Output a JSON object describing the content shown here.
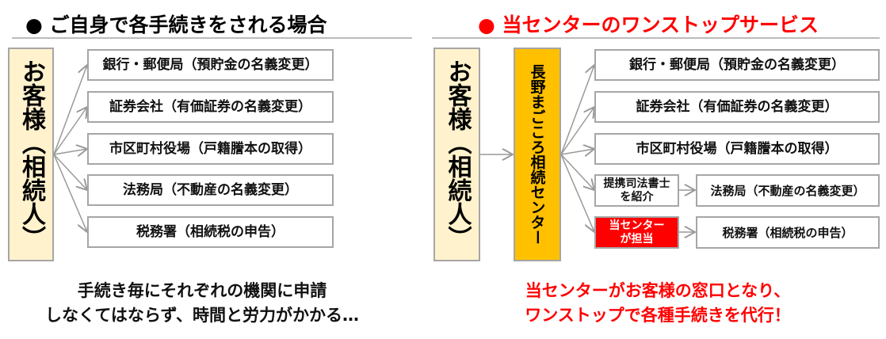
{
  "left": {
    "bullet": "●",
    "title": "ご自身で各手続きをされる場合",
    "customer": "お客様（相続人）",
    "items": [
      "銀行・郵便局（預貯金の名義変更）",
      "証券会社（有価証券の名義変更）",
      "市区町村役場（戸籍謄本の取得）",
      "法務局（不動産の名義変更）",
      "税務署（相続税の申告）"
    ],
    "caption": [
      "手続き毎にそれぞれの機関に申請",
      "しなくてはならず、時間と労力がかかる…"
    ]
  },
  "right": {
    "bullet": "●",
    "title": "当センターのワンストップサービス",
    "customer": "お客様（相続人）",
    "center": "長野まごころ相続センター",
    "items": [
      "銀行・郵便局（預貯金の名義変更）",
      "証券会社（有価証券の名義変更）",
      "市区町村役場（戸籍謄本の取得）"
    ],
    "via": [
      {
        "label": "提携司法書士を紹介",
        "target": "法務局（不動産の名義変更）"
      },
      {
        "label": "当センターが担当",
        "target": "税務署（相続税の申告）"
      }
    ],
    "caption": [
      "当センターがお客様の窓口となり、",
      "ワンストップで各種手続きを代行！"
    ]
  },
  "colors": {
    "red": "#ff0000",
    "cream": "#fff2cc",
    "gold": "#ffc000"
  }
}
